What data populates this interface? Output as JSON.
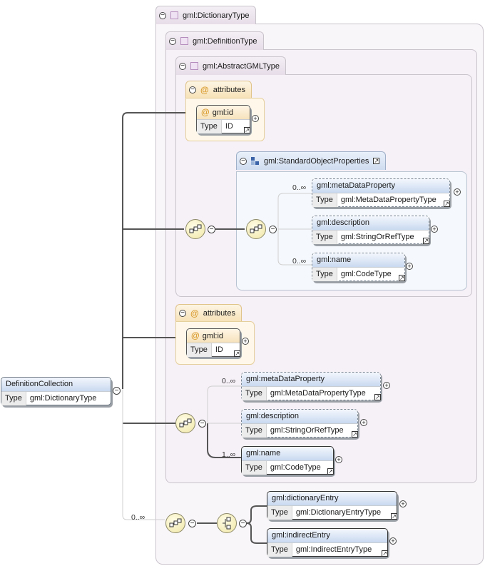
{
  "root": {
    "name": "DefinitionCollection",
    "type_label": "Type",
    "type": "gml:DictionaryType"
  },
  "dictionary_type": {
    "label": "gml:DictionaryType"
  },
  "definition_type": {
    "label": "gml:DefinitionType"
  },
  "abstract_gml_type": {
    "label": "gml:AbstractGMLType"
  },
  "attributes_inner": {
    "label": "attributes",
    "attr_name": "gml:id",
    "type_label": "Type",
    "type": "ID"
  },
  "standard_props": {
    "label": "gml:StandardObjectProperties"
  },
  "inner_elements": [
    {
      "name": "gml:metaDataProperty",
      "type_label": "Type",
      "type": "gml:MetaDataPropertyType",
      "card": "0..∞"
    },
    {
      "name": "gml:description",
      "type_label": "Type",
      "type": "gml:StringOrRefType",
      "card": ""
    },
    {
      "name": "gml:name",
      "type_label": "Type",
      "type": "gml:CodeType",
      "card": "0..∞"
    }
  ],
  "attributes_outer": {
    "label": "attributes",
    "attr_name": "gml:id",
    "type_label": "Type",
    "type": "ID"
  },
  "outer_elements": [
    {
      "name": "gml:metaDataProperty",
      "type_label": "Type",
      "type": "gml:MetaDataPropertyType",
      "card": "0..∞"
    },
    {
      "name": "gml:description",
      "type_label": "Type",
      "type": "gml:StringOrRefType",
      "card": ""
    },
    {
      "name": "gml:name",
      "type_label": "Type",
      "type": "gml:CodeType",
      "card": "1..∞"
    }
  ],
  "entries": {
    "card": "0..∞",
    "items": [
      {
        "name": "gml:dictionaryEntry",
        "type_label": "Type",
        "type": "gml:DictionaryEntryType"
      },
      {
        "name": "gml:indirectEntry",
        "type_label": "Type",
        "type": "gml:IndirectEntryType"
      }
    ]
  },
  "glyphs": {
    "minus": "−",
    "plus": "+",
    "at": "@",
    "ext": "↗"
  }
}
